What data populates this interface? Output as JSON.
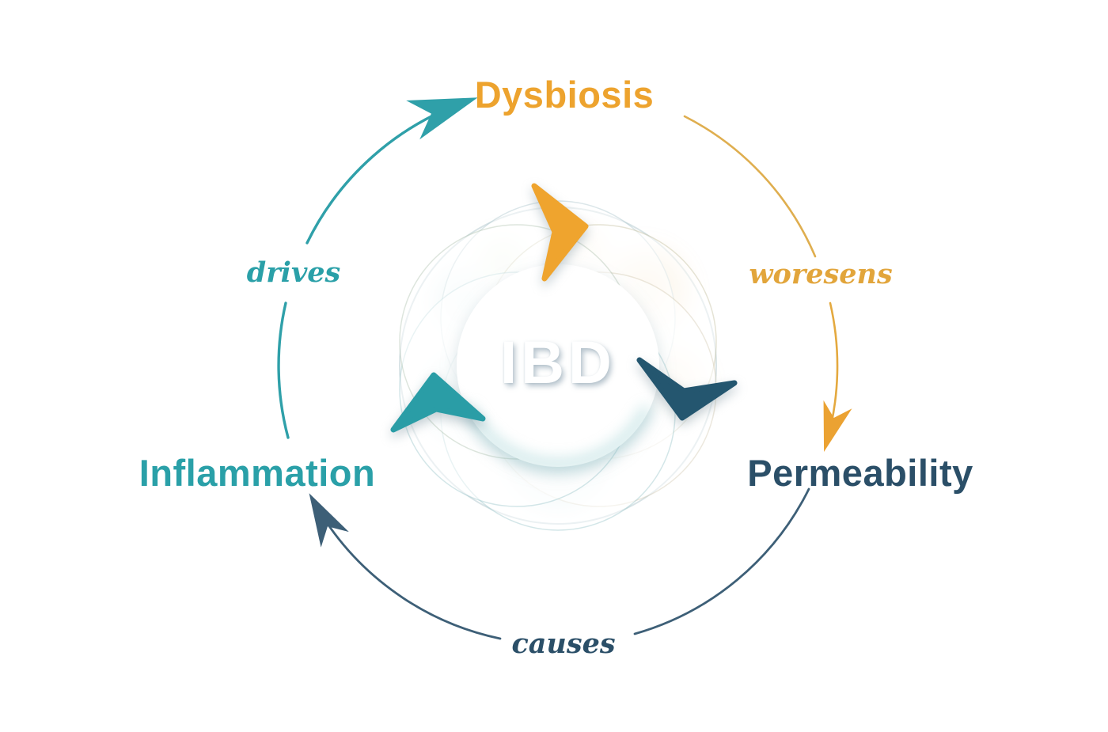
{
  "diagram": {
    "title": "IBD cycle diagram",
    "center": {
      "label": "IBD"
    },
    "nodes": [
      {
        "id": "dysbiosis",
        "label": "Dysbiosis",
        "color": "#EDA32E",
        "position": "top"
      },
      {
        "id": "permeability",
        "label": "Permeability",
        "color": "#2B4F68",
        "position": "bottom-right"
      },
      {
        "id": "inflammation",
        "label": "Inflammation",
        "color": "#2AA0A8",
        "position": "bottom-left"
      }
    ],
    "edges": [
      {
        "from": "Inflammation",
        "to": "Dysbiosis",
        "label": "drives",
        "color": "#2AA0A8"
      },
      {
        "from": "Dysbiosis",
        "to": "Permeability",
        "label": "woresens",
        "color": "#E2A53B"
      },
      {
        "from": "Permeability",
        "to": "Inflammation",
        "label": "causes",
        "color": "#2B4F68"
      }
    ],
    "icons": [
      {
        "name": "orange-chevron-arrow-icon",
        "color": "#EFA42E"
      },
      {
        "name": "navy-chevron-arrow-icon",
        "color": "#24566F"
      },
      {
        "name": "teal-chevron-arrow-icon",
        "color": "#2A9DA6"
      }
    ],
    "colors": {
      "background": "#FFFFFF",
      "orange_arc": "#DFAE4F",
      "teal_arc": "#2FA0A9",
      "navy_arc": "#3D5F77"
    }
  }
}
